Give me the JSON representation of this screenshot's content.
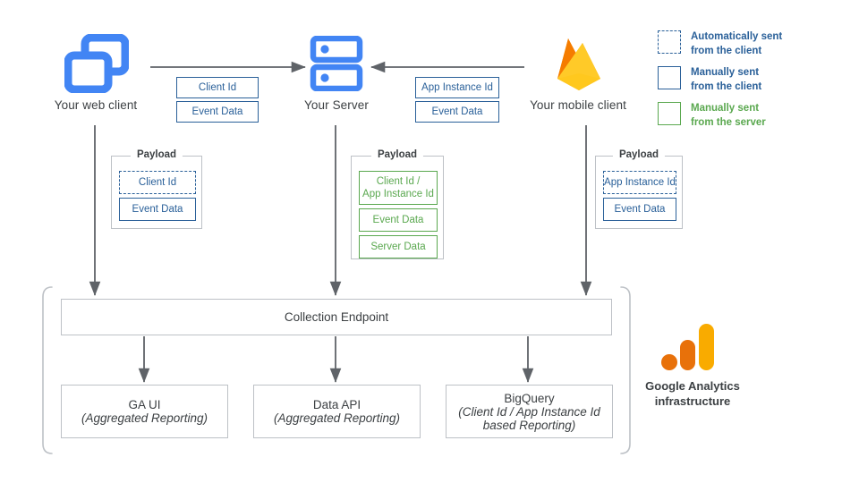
{
  "diagram": {
    "title": "Google Analytics data collection architecture",
    "colors": {
      "blue_icon": "#4285F4",
      "blue_label": "#2a6099",
      "green_label": "#5aa84f",
      "gray_line": "#5f6368",
      "gray_border": "#bdc1c6",
      "text": "#3c4043",
      "ga_orange_dark": "#E8710A",
      "ga_orange_mid": "#F29900",
      "ga_orange_light": "#FBBC04"
    }
  },
  "nodes": {
    "web_client": {
      "label": "Your web client",
      "icon": "browser-windows-icon"
    },
    "server": {
      "label": "Your Server",
      "icon": "server-racks-icon"
    },
    "mobile_client": {
      "label": "Your mobile client",
      "icon": "firebase-flame-icon"
    }
  },
  "transport_labels": {
    "web_to_server": [
      {
        "text": "Client Id",
        "style": "blue-solid"
      },
      {
        "text": "Event Data",
        "style": "blue-solid"
      }
    ],
    "mobile_to_server": [
      {
        "text": "App Instance Id",
        "style": "blue-solid"
      },
      {
        "text": "Event Data",
        "style": "blue-solid"
      }
    ]
  },
  "payloads": {
    "web": {
      "title": "Payload",
      "items": [
        {
          "text": "Client Id",
          "style": "blue-dashed"
        },
        {
          "text": "Event Data",
          "style": "blue-solid"
        }
      ]
    },
    "server": {
      "title": "Payload",
      "items": [
        {
          "text": "Client Id /\nApp Instance Id",
          "line1": "Client Id /",
          "line2": "App Instance Id",
          "style": "green-solid"
        },
        {
          "text": "Event Data",
          "style": "green-solid"
        },
        {
          "text": "Server Data",
          "style": "green-solid"
        }
      ]
    },
    "mobile": {
      "title": "Payload",
      "items": [
        {
          "text": "App Instance Id",
          "style": "blue-dashed"
        },
        {
          "text": "Event Data",
          "style": "blue-solid"
        }
      ]
    }
  },
  "legend": {
    "items": [
      {
        "swatch": "blue-dashed",
        "line1": "Automatically sent",
        "line2": "from the client",
        "color": "blue"
      },
      {
        "swatch": "blue-solid",
        "line1": "Manually sent",
        "line2": "from the client",
        "color": "blue"
      },
      {
        "swatch": "green-solid",
        "line1": "Manually sent",
        "line2": "from the server",
        "color": "green"
      }
    ]
  },
  "infrastructure": {
    "collection_endpoint": {
      "label": "Collection Endpoint"
    },
    "outputs": [
      {
        "line1": "GA UI",
        "line2": "(Aggregated Reporting)"
      },
      {
        "line1": "Data API",
        "line2": "(Aggregated Reporting)"
      },
      {
        "line1": "BigQuery",
        "line2": "(Client Id / App Instance Id",
        "line3": "based Reporting)"
      }
    ],
    "brand": {
      "line1": "Google Analytics",
      "line2": "infrastructure",
      "icon": "google-analytics-bars-icon"
    }
  }
}
